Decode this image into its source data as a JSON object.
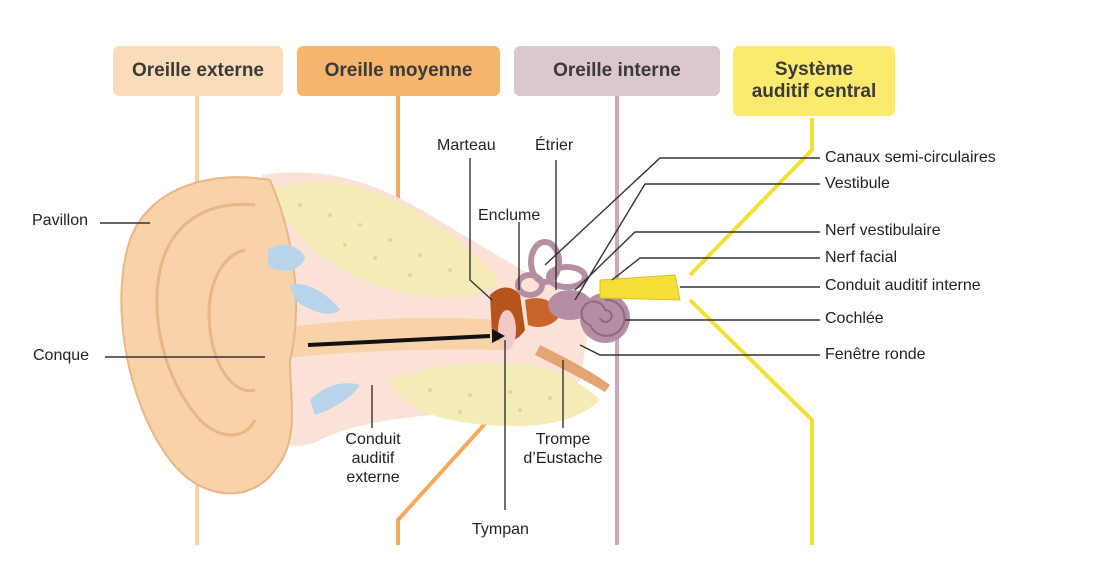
{
  "headers": {
    "outer": "Oreille externe",
    "middle": "Oreille moyenne",
    "inner": "Oreille interne",
    "central": "Système auditif central"
  },
  "labels": {
    "pavillon": "Pavillon",
    "conque": "Conque",
    "conduit_externe": "Conduit auditif externe",
    "marteau": "Marteau",
    "etrier": "Étrier",
    "enclume": "Enclume",
    "tympan": "Tympan",
    "trompe": "Trompe d’Eustache",
    "canaux": "Canaux semi-circulaires",
    "vestibule": "Vestibule",
    "nerf_vestibulaire": "Nerf vestibulaire",
    "nerf_facial": "Nerf facial",
    "conduit_interne": "Conduit auditif interne",
    "cochlee": "Cochlée",
    "fenetre_ronde": "Fenêtre ronde"
  },
  "colors": {
    "outer": "#fbd9b0",
    "middle": "#f5a95a",
    "inner": "#c9a9b8",
    "central": "#f9e74a",
    "skin": "#f8d2a8",
    "bone": "#f6ecb8",
    "ossicles": "#b5541c",
    "cochlea": "#b58ea3"
  }
}
